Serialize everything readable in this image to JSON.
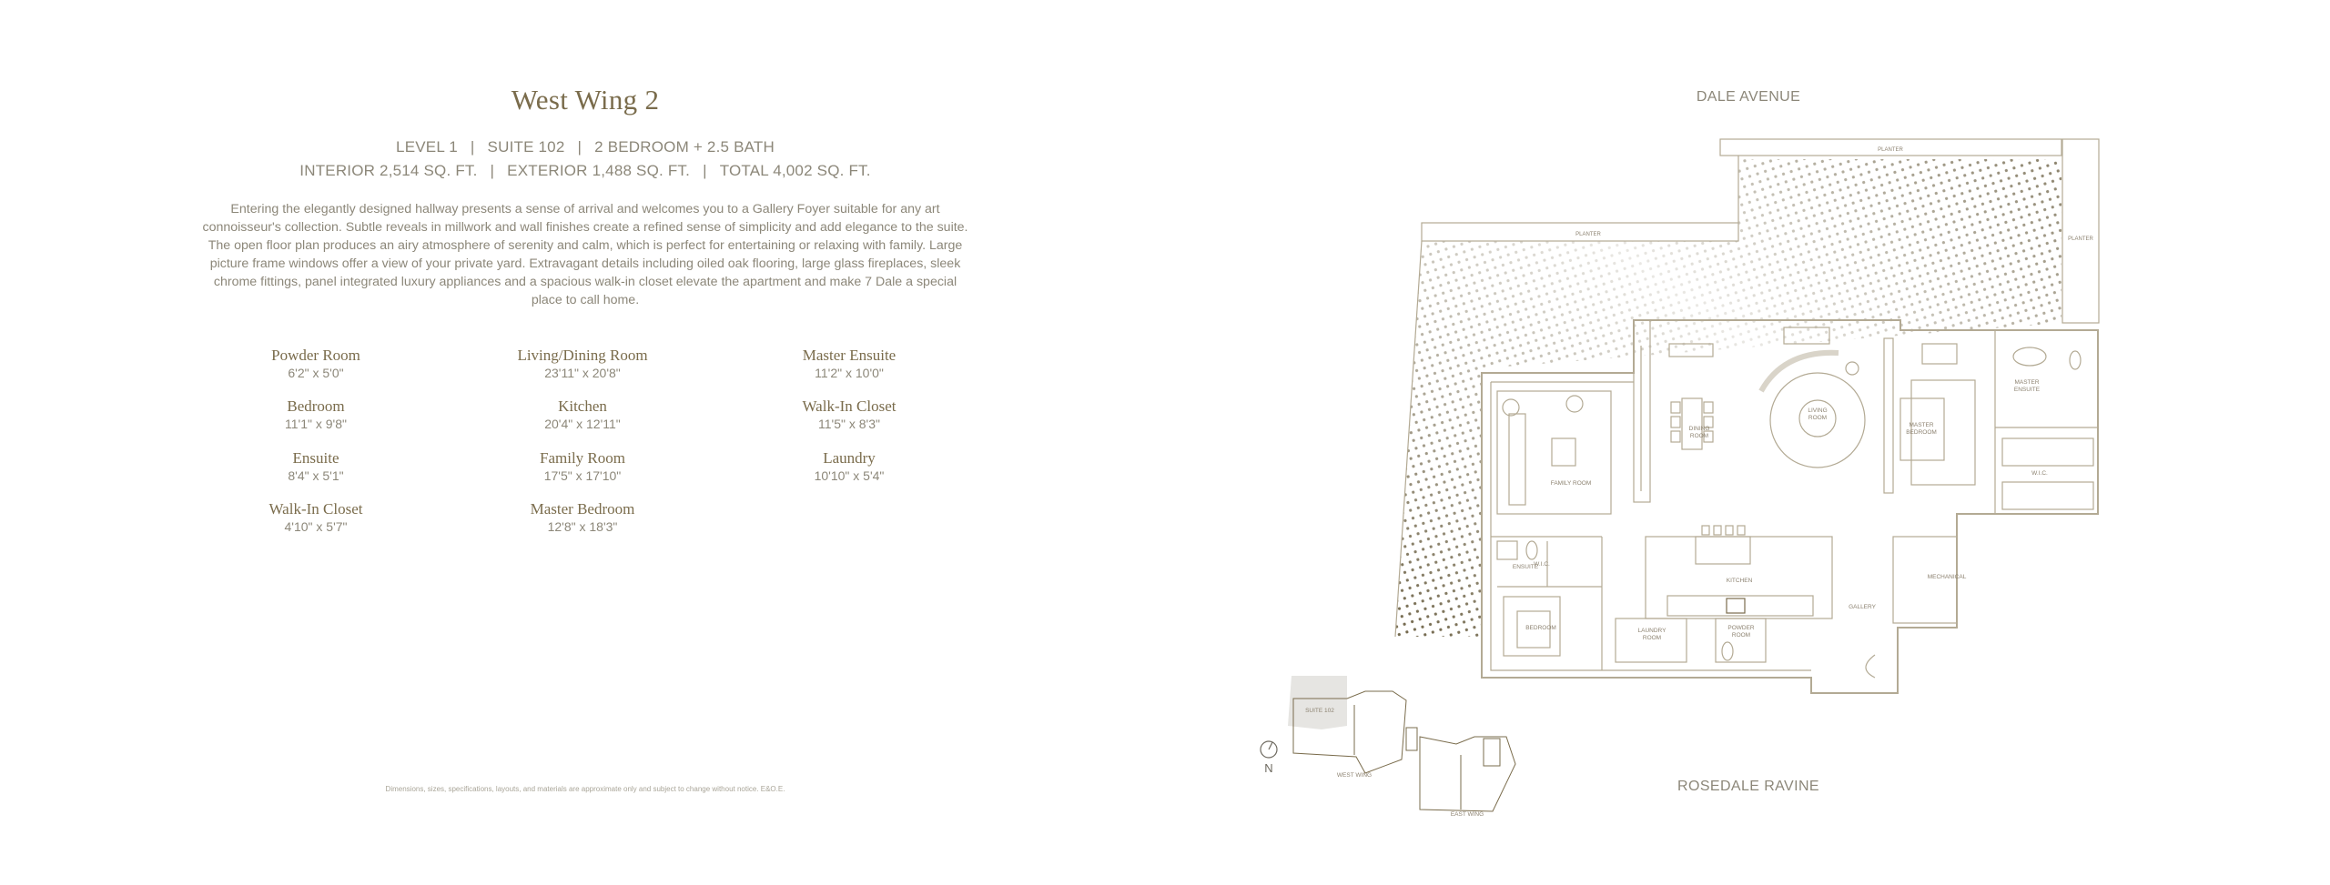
{
  "title": "West Wing 2",
  "summary": {
    "level": "LEVEL 1",
    "suite": "SUITE 102",
    "layout": "2 BEDROOM + 2.5 BATH",
    "interior": "INTERIOR 2,514 SQ. FT.",
    "exterior": "EXTERIOR 1,488 SQ. FT.",
    "total": "TOTAL 4,002 SQ. FT.",
    "separator": "|"
  },
  "description": "Entering the elegantly designed hallway presents a sense of arrival and welcomes you to a Gallery Foyer suitable for any art connoisseur's collection. Subtle reveals in millwork and wall finishes create a refined sense of simplicity and add elegance to the suite. The open floor plan produces an airy atmosphere of serenity and calm, which is perfect for entertaining or relaxing with family. Large picture frame windows offer a view of your private yard. Extravagant details including oiled oak flooring, large glass fireplaces, sleek chrome fittings, panel integrated luxury appliances and a spacious walk-in closet elevate the apartment and make 7 Dale a special place to call home.",
  "rooms": [
    {
      "name": "Powder Room",
      "dims": "6'2\" x 5'0\""
    },
    {
      "name": "Bedroom",
      "dims": "11'1\" x 9'8\""
    },
    {
      "name": "Ensuite",
      "dims": "8'4\" x 5'1\""
    },
    {
      "name": "Walk-In Closet",
      "dims": "4'10\" x 5'7\""
    },
    {
      "name": "Living/Dining Room",
      "dims": "23'11\" x 20'8\""
    },
    {
      "name": "Kitchen",
      "dims": "20'4\" x 12'11\""
    },
    {
      "name": "Family Room",
      "dims": "17'5\" x 17'10\""
    },
    {
      "name": "Master Bedroom",
      "dims": "12'8\" x 18'3\""
    },
    {
      "name": "Master Ensuite",
      "dims": "11'2\" x 10'0\""
    },
    {
      "name": "Walk-In Closet",
      "dims": "11'5\" x 8'3\""
    },
    {
      "name": "Laundry",
      "dims": "10'10\" x 5'4\""
    }
  ],
  "disclaimer": "Dimensions, sizes, specifications, layouts, and materials are approximate only and subject to change without notice. E&O.E.",
  "floorplan": {
    "street_top": "DALE AVENUE",
    "street_bottom": "ROSEDALE RAVINE",
    "planter": "PLANTER",
    "labels": {
      "family_room": [
        "FAMILY ROOM"
      ],
      "dining_room": [
        "DINING",
        "ROOM"
      ],
      "living_room": [
        "LIVING",
        "ROOM"
      ],
      "master_bedroom": [
        "MASTER",
        "BEDROOM"
      ],
      "master_ensuite": [
        "MASTER",
        "ENSUITE"
      ],
      "wic": "W.I.C.",
      "ensuite": "ENSUITE",
      "kitchen": "KITCHEN",
      "mechanical": "MECHANICAL",
      "gallery": "GALLERY",
      "bedroom": "BEDROOM",
      "laundry_room": [
        "LAUNDRY",
        "ROOM"
      ],
      "powder_room": [
        "POWDER",
        "ROOM"
      ]
    },
    "line_color": "#b3aa94",
    "accent_color": "#7a6c4c"
  },
  "keyplan": {
    "suite_label": "SUITE 102",
    "west_wing": "WEST WING",
    "east_wing": "EAST WING",
    "north": "N",
    "compass_icon": "north-arrow-icon"
  }
}
